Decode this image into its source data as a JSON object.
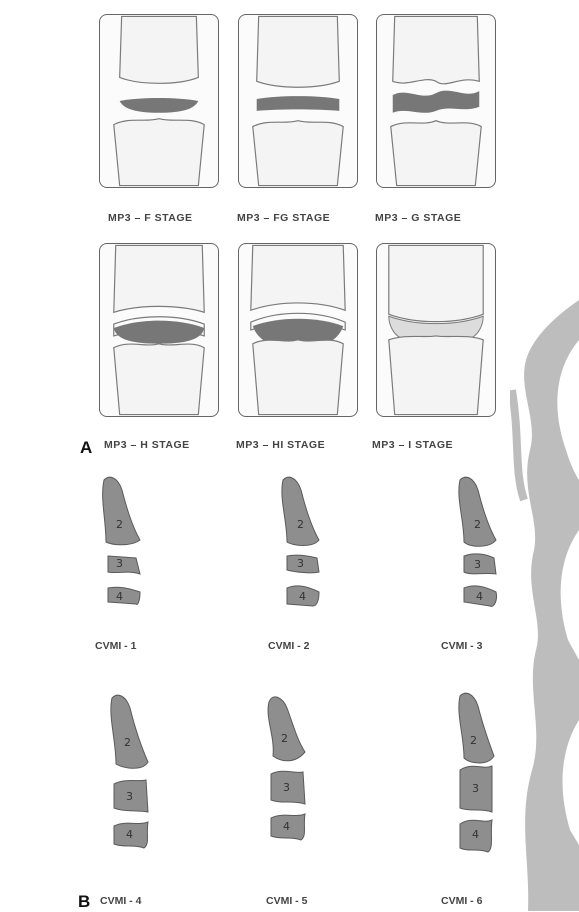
{
  "section_a": {
    "letter": "A",
    "panels": [
      {
        "label": "MP3 – F  STAGE"
      },
      {
        "label": "MP3 – FG STAGE"
      },
      {
        "label": "MP3 – G  STAGE"
      },
      {
        "label": "MP3 – H  STAGE"
      },
      {
        "label": "MP3 – HI  STAGE"
      },
      {
        "label": "MP3 – I  STAGE"
      }
    ]
  },
  "section_b": {
    "letter": "B",
    "panels": [
      {
        "label": "CVMI - 1",
        "vertebrae": [
          "2",
          "3",
          "4"
        ]
      },
      {
        "label": "CVMI - 2",
        "vertebrae": [
          "2",
          "3",
          "4"
        ]
      },
      {
        "label": "CVMI - 3",
        "vertebrae": [
          "2",
          "3",
          "4"
        ]
      },
      {
        "label": "CVMI - 4",
        "vertebrae": [
          "2",
          "3",
          "4"
        ]
      },
      {
        "label": "CVMI - 5",
        "vertebrae": [
          "2",
          "3",
          "4"
        ]
      },
      {
        "label": "CVMI - 6",
        "vertebrae": [
          "2",
          "3",
          "4"
        ]
      }
    ]
  },
  "colors": {
    "bone_fill": "#f4f4f4",
    "bone_stroke": "#7a7a7a",
    "epiphysis_fill": "#777777",
    "vertebra_fill": "#8e8e8e",
    "watermark": "#b8b8b8"
  }
}
